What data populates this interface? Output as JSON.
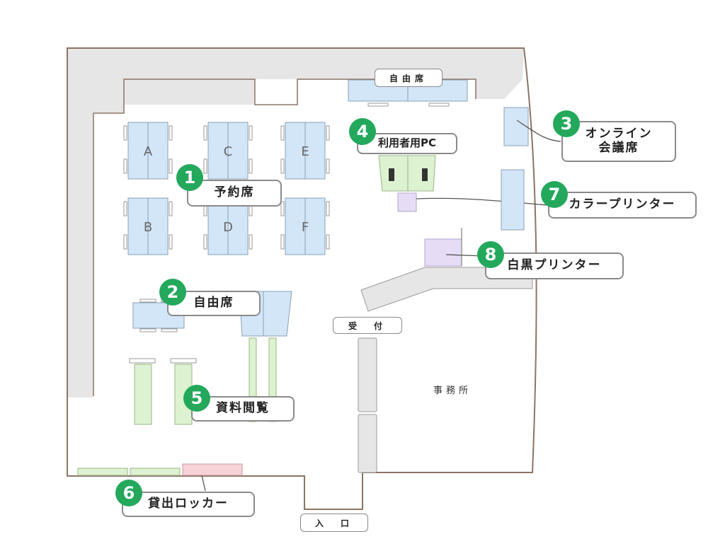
{
  "colors": {
    "wall": "#e6e6e6",
    "outline": "#8c7466",
    "desk_blue": "#d3e6f8",
    "desk_green": "#dcf2d0",
    "desk_purple": "#e6dcf6",
    "locker_pink": "#f7d2d6",
    "badge": "#23a85c"
  },
  "areas": {
    "free_top": "自由席",
    "reception": "受　付",
    "office": "事務所",
    "entrance": "入　口"
  },
  "tables": [
    "A",
    "B",
    "C",
    "D",
    "E",
    "F"
  ],
  "callouts": [
    {
      "num": "1",
      "label": "予約席"
    },
    {
      "num": "2",
      "label": "自由席"
    },
    {
      "num": "3",
      "label": "オンライン",
      "label2": "会議席"
    },
    {
      "num": "4",
      "label": "利用者用PC"
    },
    {
      "num": "5",
      "label": "資料閲覧"
    },
    {
      "num": "6",
      "label": "貸出ロッカー"
    },
    {
      "num": "7",
      "label": "カラープリンター"
    },
    {
      "num": "8",
      "label": "白黒プリンター"
    }
  ]
}
